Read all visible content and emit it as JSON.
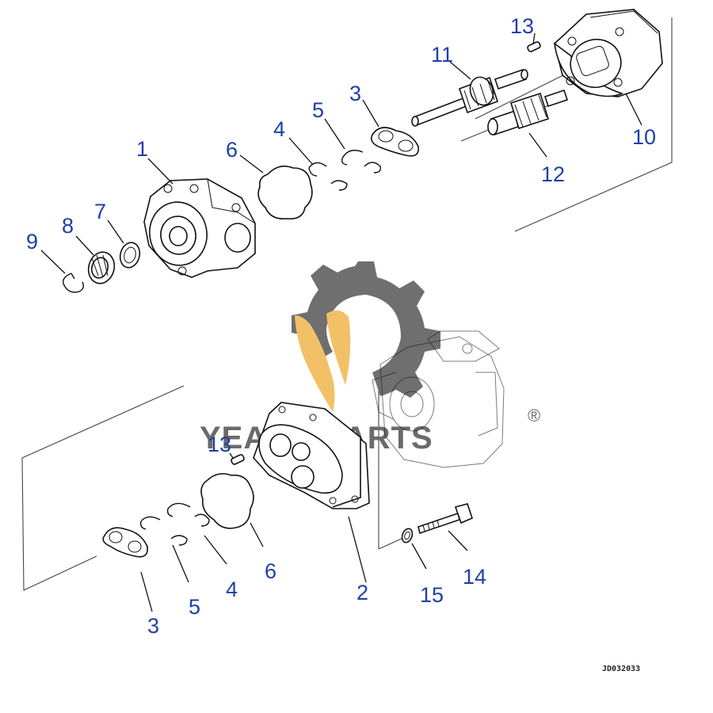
{
  "drawing_code": "JD032033",
  "watermark": {
    "text": "YEARN PARTS",
    "registered_mark": "®",
    "colors": {
      "gear": "#6f6f6f",
      "leaf": "#f2c167",
      "text": "#6b6b6b"
    }
  },
  "label_color": "#1f3fa8",
  "callouts": {
    "c1": "1",
    "c2": "2",
    "c3_top": "3",
    "c3_bottom": "3",
    "c4_top": "4",
    "c4_bottom": "4",
    "c5_top": "5",
    "c5_bottom": "5",
    "c6_top": "6",
    "c6_bottom": "6",
    "c7": "7",
    "c8": "8",
    "c9": "9",
    "c10": "10",
    "c11": "11",
    "c12": "12",
    "c13_top": "13",
    "c13_bottom": "13",
    "c14": "14",
    "c15": "15"
  }
}
